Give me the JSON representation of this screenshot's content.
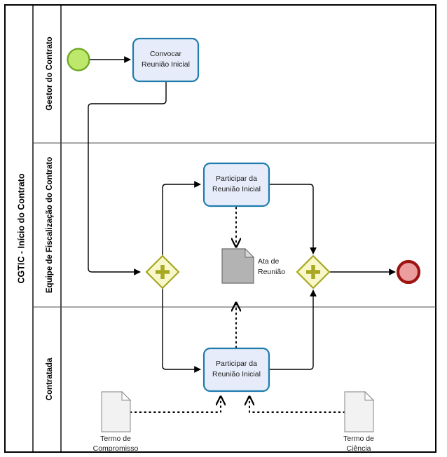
{
  "diagram": {
    "type": "bpmn-process",
    "pool": {
      "label": "CGTIC - Início do Contrato"
    },
    "lanes": [
      {
        "id": "lane-gestor",
        "label": "Gestor do Contrato"
      },
      {
        "id": "lane-fiscalizacao",
        "label": "Equipe de Fiscalização do Contrato"
      },
      {
        "id": "lane-contratada",
        "label": "Contratada"
      }
    ],
    "events": [
      {
        "id": "start-event",
        "kind": "start",
        "lane": "lane-gestor",
        "label": "",
        "fill": "#bde86b",
        "stroke": "#6aa61e"
      },
      {
        "id": "end-event",
        "kind": "end",
        "lane": "lane-fiscalizacao",
        "label": "",
        "fill": "#ec9d9d",
        "stroke": "#9e1212"
      }
    ],
    "tasks": [
      {
        "id": "task-convocar",
        "lane": "lane-gestor",
        "line1": "Convocar",
        "line2": "Reunião Inicial",
        "fill": "#e6ecf9",
        "stroke": "#1f7cad"
      },
      {
        "id": "task-participar-fiscalizacao",
        "lane": "lane-fiscalizacao",
        "line1": "Participar da",
        "line2": "Reunião Inicial",
        "fill": "#e6ecf9",
        "stroke": "#1f7cad"
      },
      {
        "id": "task-participar-contratada",
        "lane": "lane-contratada",
        "line1": "Participar da",
        "line2": "Reunião Inicial",
        "fill": "#e6ecf9",
        "stroke": "#1f7cad"
      }
    ],
    "gateways": [
      {
        "id": "gateway-split",
        "kind": "parallel",
        "symbol": "plus",
        "lane": "lane-fiscalizacao",
        "label": "",
        "fill": "#f7f7c9",
        "stroke": "#a8a822"
      },
      {
        "id": "gateway-join",
        "kind": "parallel",
        "symbol": "plus",
        "lane": "lane-fiscalizacao",
        "label": "",
        "fill": "#f7f7c9",
        "stroke": "#a8a822"
      }
    ],
    "data_objects": [
      {
        "id": "doc-ata",
        "line1": "Ata de",
        "line2": "Reunião",
        "fill": "#b3b3b3",
        "stroke": "#6e6e6e"
      },
      {
        "id": "doc-termo-compromisso",
        "line1": "Termo de",
        "line2": "Compromisso",
        "fill": "#f2f2f2",
        "stroke": "#999999"
      },
      {
        "id": "doc-termo-ciencia",
        "line1": "Termo de",
        "line2": "Ciência",
        "fill": "#f2f2f2",
        "stroke": "#999999"
      }
    ]
  }
}
